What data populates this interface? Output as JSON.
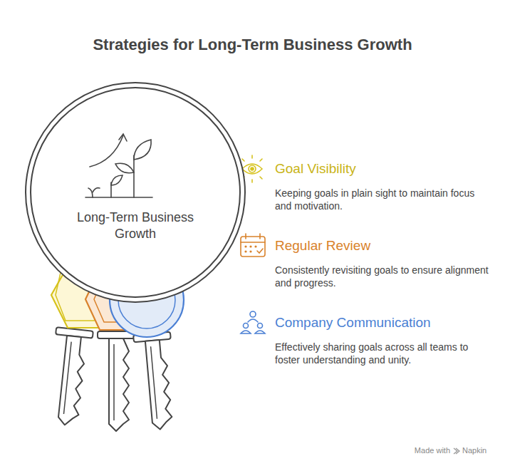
{
  "diagram": {
    "title": "Strategies for Long-Term Business Growth",
    "nodes": [
      {
        "text": [
          "Long-Term Business Growth"
        ]
      }
    ],
    "labels": [
      "Goal Visibility",
      "Keeping goals in plain sight to maintain focus and motivation.",
      "Regular Review",
      "Consistently revisiting goals to ensure alignment and progress.",
      "Company Communication",
      "Effectively sharing goals across all teams to foster understanding and unity.",
      "Made with",
      "Napkin"
    ]
  }
}
